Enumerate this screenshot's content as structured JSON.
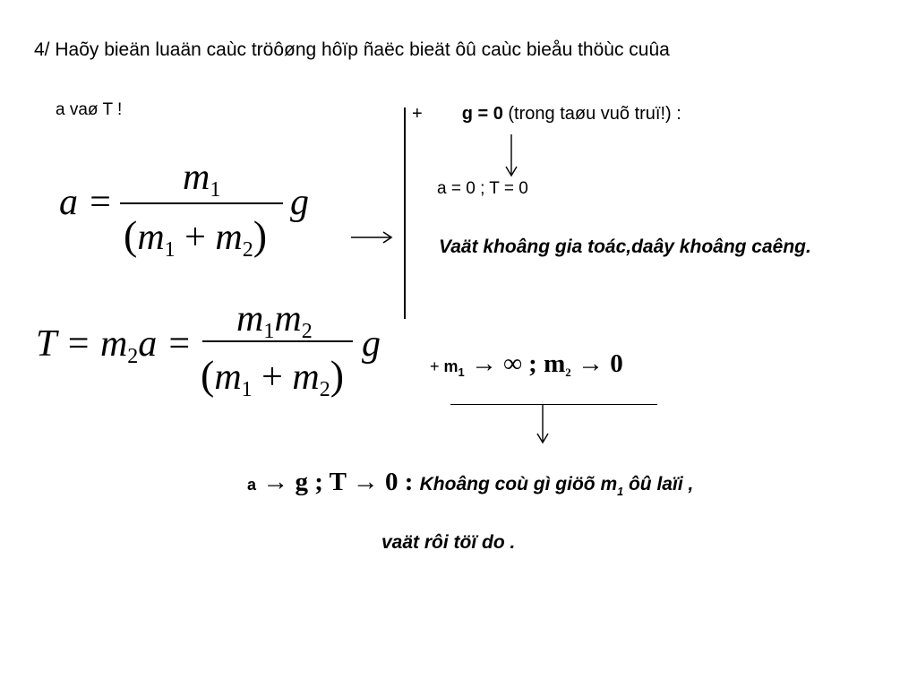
{
  "heading": "4/ Haõy bieän luaän caùc tröôøng hôïp  ñaëc bieät ôû caùc bieåu thöùc cuûa",
  "intro": "a vaø T !",
  "formula_a": {
    "lhs": "a =",
    "num_var": "m",
    "num_sub": "1",
    "den_open": "(",
    "den_var1": "m",
    "den_sub1": "1",
    "den_plus": "+",
    "den_var2": "m",
    "den_sub2": "2",
    "den_close": ")",
    "factor": "g"
  },
  "formula_T": {
    "lhs_T": "T =",
    "lhs_m": "m",
    "lhs_sub": "2",
    "lhs_a": "a =",
    "num_var1": "m",
    "num_sub1": "1",
    "num_var2": "m",
    "num_sub2": "2",
    "den_open": "(",
    "den_var1": "m",
    "den_sub1": "1",
    "den_plus": "+",
    "den_var2": "m",
    "den_sub2": "2",
    "den_close": ")",
    "factor": "g"
  },
  "case1": {
    "plus": "+",
    "condition": "g = 0",
    "condition_note": " (trong taøu vuõ truï!) :",
    "result": "a = 0 ; T = 0",
    "note": "Vaät khoâng gia toác,daây khoâng caêng."
  },
  "case2": {
    "plus": "+ ",
    "m1_label": "m",
    "m1_sub": "1",
    "limit1": " → ∞ ; m",
    "m2_sub": "2",
    "limit2": " → 0",
    "result_a": "a",
    "result_limits": " → g ; T → 0 : ",
    "note_text": "Khoâng coù gì giöõ ",
    "note_m": "m",
    "note_m_sub": "1",
    "note_rest": " ôû laïi ,",
    "note2": "vaät rôi töï do ."
  }
}
